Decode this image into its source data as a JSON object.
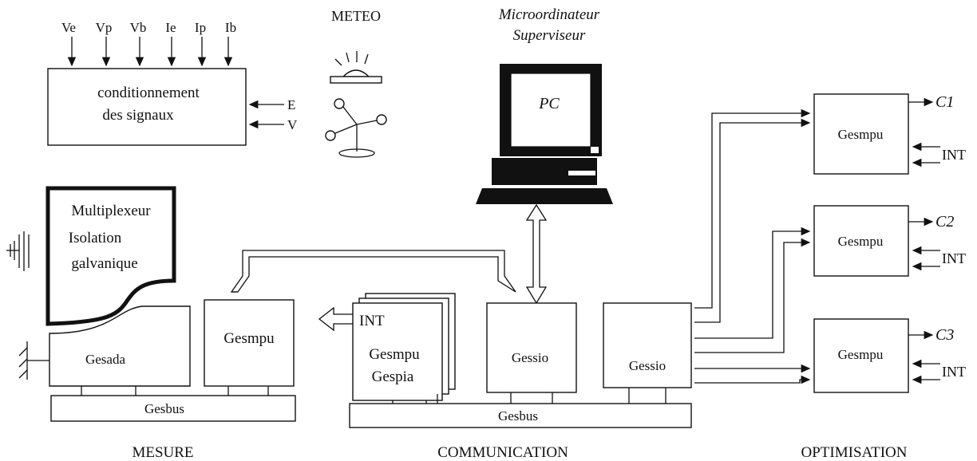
{
  "sections": {
    "mesure": "MESURE",
    "communication": "COMMUNICATION",
    "optimisation": "OPTIMISATION"
  },
  "conditioning": {
    "inputs": [
      "Ve",
      "Vp",
      "Vb",
      "Ie",
      "Ip",
      "Ib"
    ],
    "line1": "conditionnement",
    "line2": "des signaux",
    "side_e": "E",
    "side_v": "V"
  },
  "meteo": {
    "label": "METEO"
  },
  "supervisor": {
    "line1": "Microordinateur",
    "line2": "Superviseur",
    "screen": "PC"
  },
  "mux": {
    "line1": "Multiplexeur",
    "line2": "Isolation",
    "line3": "galvanique"
  },
  "measure": {
    "gesada": "Gesada",
    "gesmpu": "Gesmpu",
    "gesbus": "Gesbus"
  },
  "communication": {
    "int": "INT",
    "gesmpu": "Gesmpu",
    "gespia": "Gespia",
    "gessio_a": "Gessio",
    "gessio_b": "Gessio",
    "gesbus": "Gesbus"
  },
  "optimisation": {
    "units": [
      {
        "label": "Gesmpu",
        "out": "C1",
        "int": "INT"
      },
      {
        "label": "Gesmpu",
        "out": "C2",
        "int": "INT"
      },
      {
        "label": "Gesmpu",
        "out": "C3",
        "int": "INT"
      }
    ]
  }
}
